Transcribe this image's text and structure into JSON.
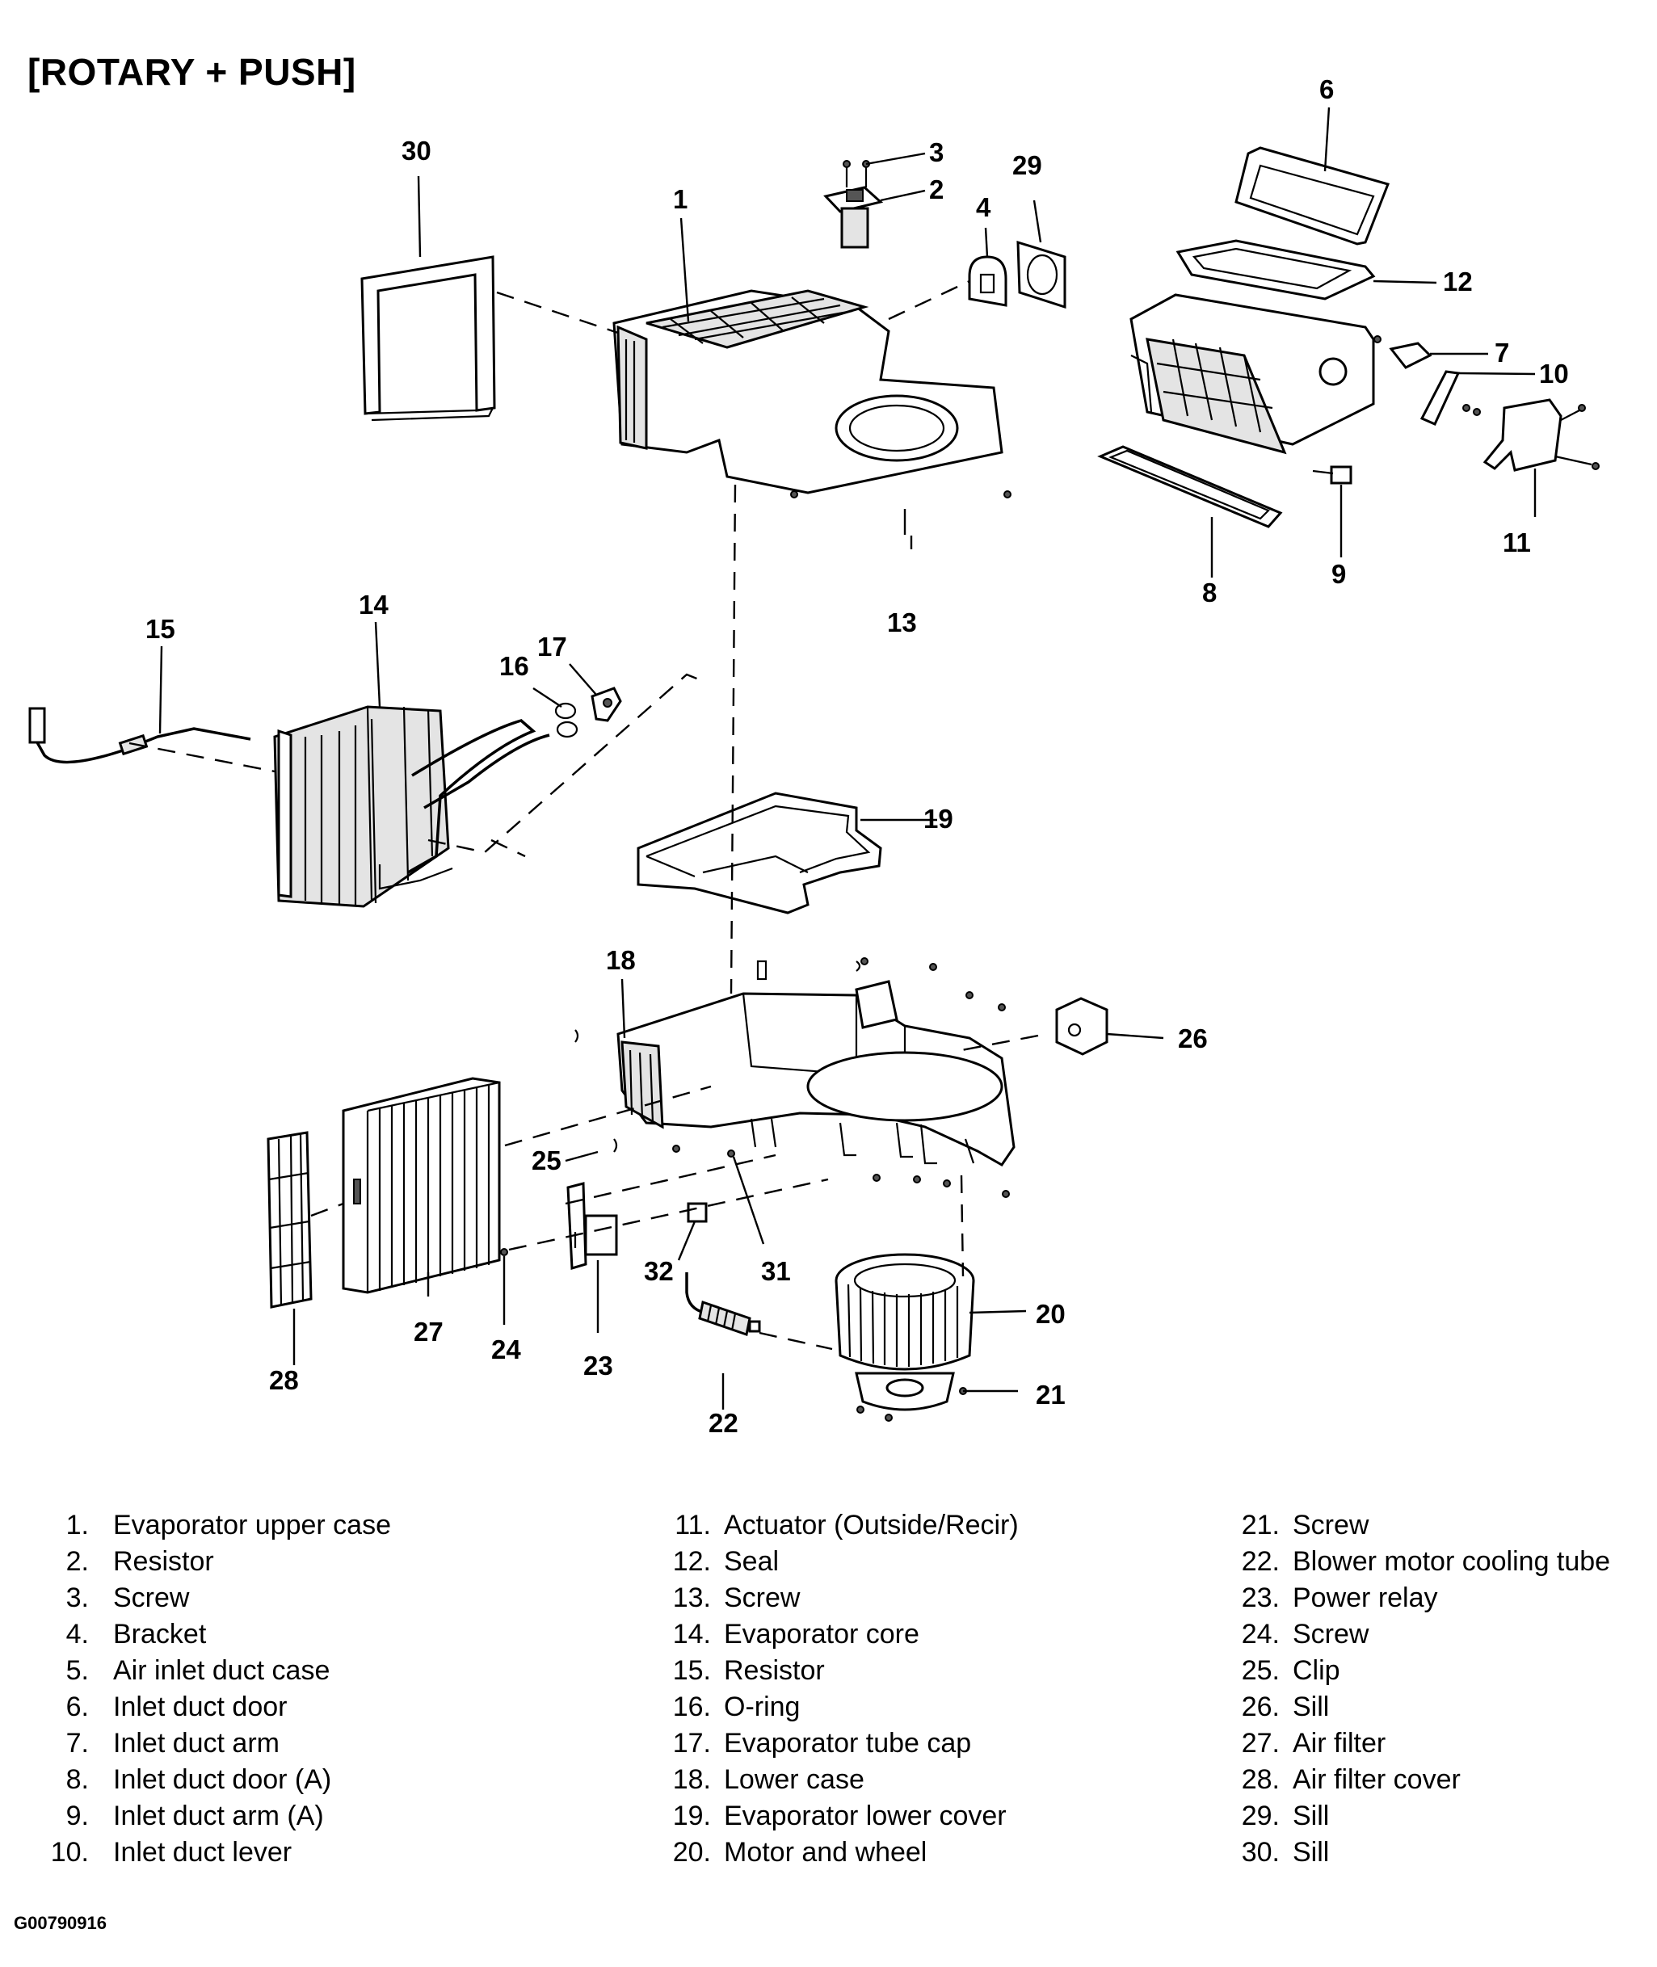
{
  "title": "[ROTARY + PUSH]",
  "figure_code": "G00790916",
  "callouts": [
    "1",
    "2",
    "3",
    "4",
    "6",
    "7",
    "8",
    "9",
    "10",
    "11",
    "12",
    "13",
    "14",
    "15",
    "16",
    "17",
    "18",
    "19",
    "20",
    "21",
    "22",
    "23",
    "24",
    "25",
    "26",
    "27",
    "28",
    "29",
    "30",
    "31",
    "32"
  ],
  "legend": [
    {
      "num": "1.",
      "label": "Evaporator upper case"
    },
    {
      "num": "2.",
      "label": "Resistor"
    },
    {
      "num": "3.",
      "label": "Screw"
    },
    {
      "num": "4.",
      "label": "Bracket"
    },
    {
      "num": "5.",
      "label": "Air inlet duct case"
    },
    {
      "num": "6.",
      "label": "Inlet duct door"
    },
    {
      "num": "7.",
      "label": "Inlet duct arm"
    },
    {
      "num": "8.",
      "label": "Inlet duct door (A)"
    },
    {
      "num": "9.",
      "label": "Inlet duct arm (A)"
    },
    {
      "num": "10.",
      "label": "Inlet duct lever"
    },
    {
      "num": "11.",
      "label": "Actuator (Outside/Recir)"
    },
    {
      "num": "12.",
      "label": "Seal"
    },
    {
      "num": "13.",
      "label": "Screw"
    },
    {
      "num": "14.",
      "label": "Evaporator core"
    },
    {
      "num": "15.",
      "label": "Resistor"
    },
    {
      "num": "16.",
      "label": "O-ring"
    },
    {
      "num": "17.",
      "label": "Evaporator tube cap"
    },
    {
      "num": "18.",
      "label": "Lower case"
    },
    {
      "num": "19.",
      "label": "Evaporator lower cover"
    },
    {
      "num": "20.",
      "label": "Motor and wheel"
    },
    {
      "num": "21.",
      "label": "Screw"
    },
    {
      "num": "22.",
      "label": "Blower motor cooling tube"
    },
    {
      "num": "23.",
      "label": "Power relay"
    },
    {
      "num": "24.",
      "label": "Screw"
    },
    {
      "num": "25.",
      "label": "Clip"
    },
    {
      "num": "26.",
      "label": "Sill"
    },
    {
      "num": "27.",
      "label": "Air filter"
    },
    {
      "num": "28.",
      "label": "Air filter cover"
    },
    {
      "num": "29.",
      "label": "Sill"
    },
    {
      "num": "30.",
      "label": "Sill"
    }
  ]
}
